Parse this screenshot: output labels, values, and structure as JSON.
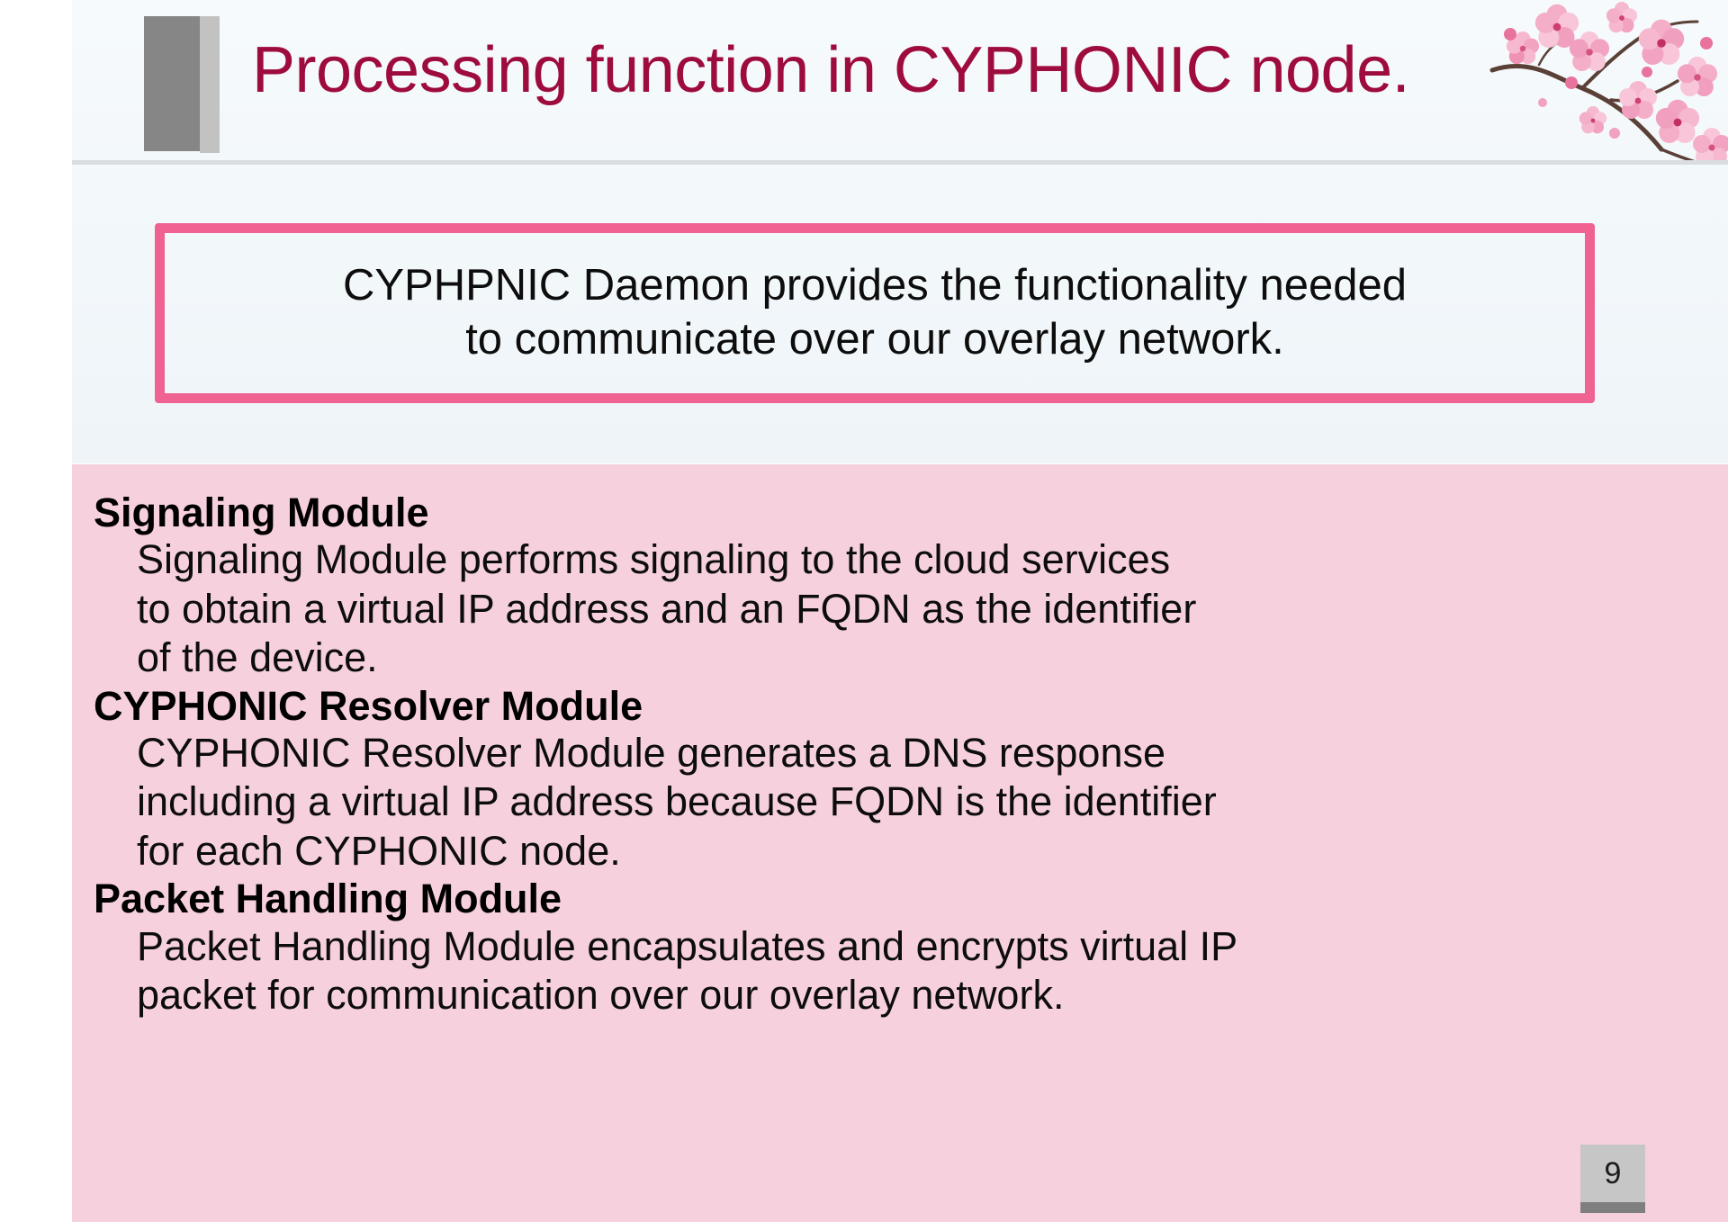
{
  "slide": {
    "title": "Processing function in CYPHONIC node.",
    "page_number": "9",
    "decoration_icon": "cherry-blossom-icon",
    "colors": {
      "title_text": "#9e0b3d",
      "callout_border": "#ef6292",
      "body_panel_bg": "#f6d0dd",
      "upper_bg": "#f2f7fa",
      "accent_dark_gray": "#868686",
      "accent_light_gray": "#c2c2c2",
      "page_number_bg": "#c6c6c6",
      "page_number_bar": "#7f7f7f"
    }
  },
  "callout": {
    "lines": [
      "CYPHPNIC Daemon provides the functionality needed",
      "to communicate over our overlay network."
    ]
  },
  "modules": [
    {
      "heading": "Signaling Module",
      "lines": [
        "Signaling Module performs signaling to the cloud services",
        "to obtain a virtual IP address and an FQDN as the identifier",
        "of the device."
      ]
    },
    {
      "heading": "CYPHONIC Resolver Module",
      "lines": [
        "CYPHONIC Resolver Module generates a DNS response",
        "including a virtual IP address because FQDN is the identifier",
        "for each CYPHONIC node."
      ]
    },
    {
      "heading": "Packet Handling Module",
      "lines": [
        "Packet Handling Module encapsulates and encrypts virtual IP",
        "packet for communication over our overlay network."
      ]
    }
  ]
}
